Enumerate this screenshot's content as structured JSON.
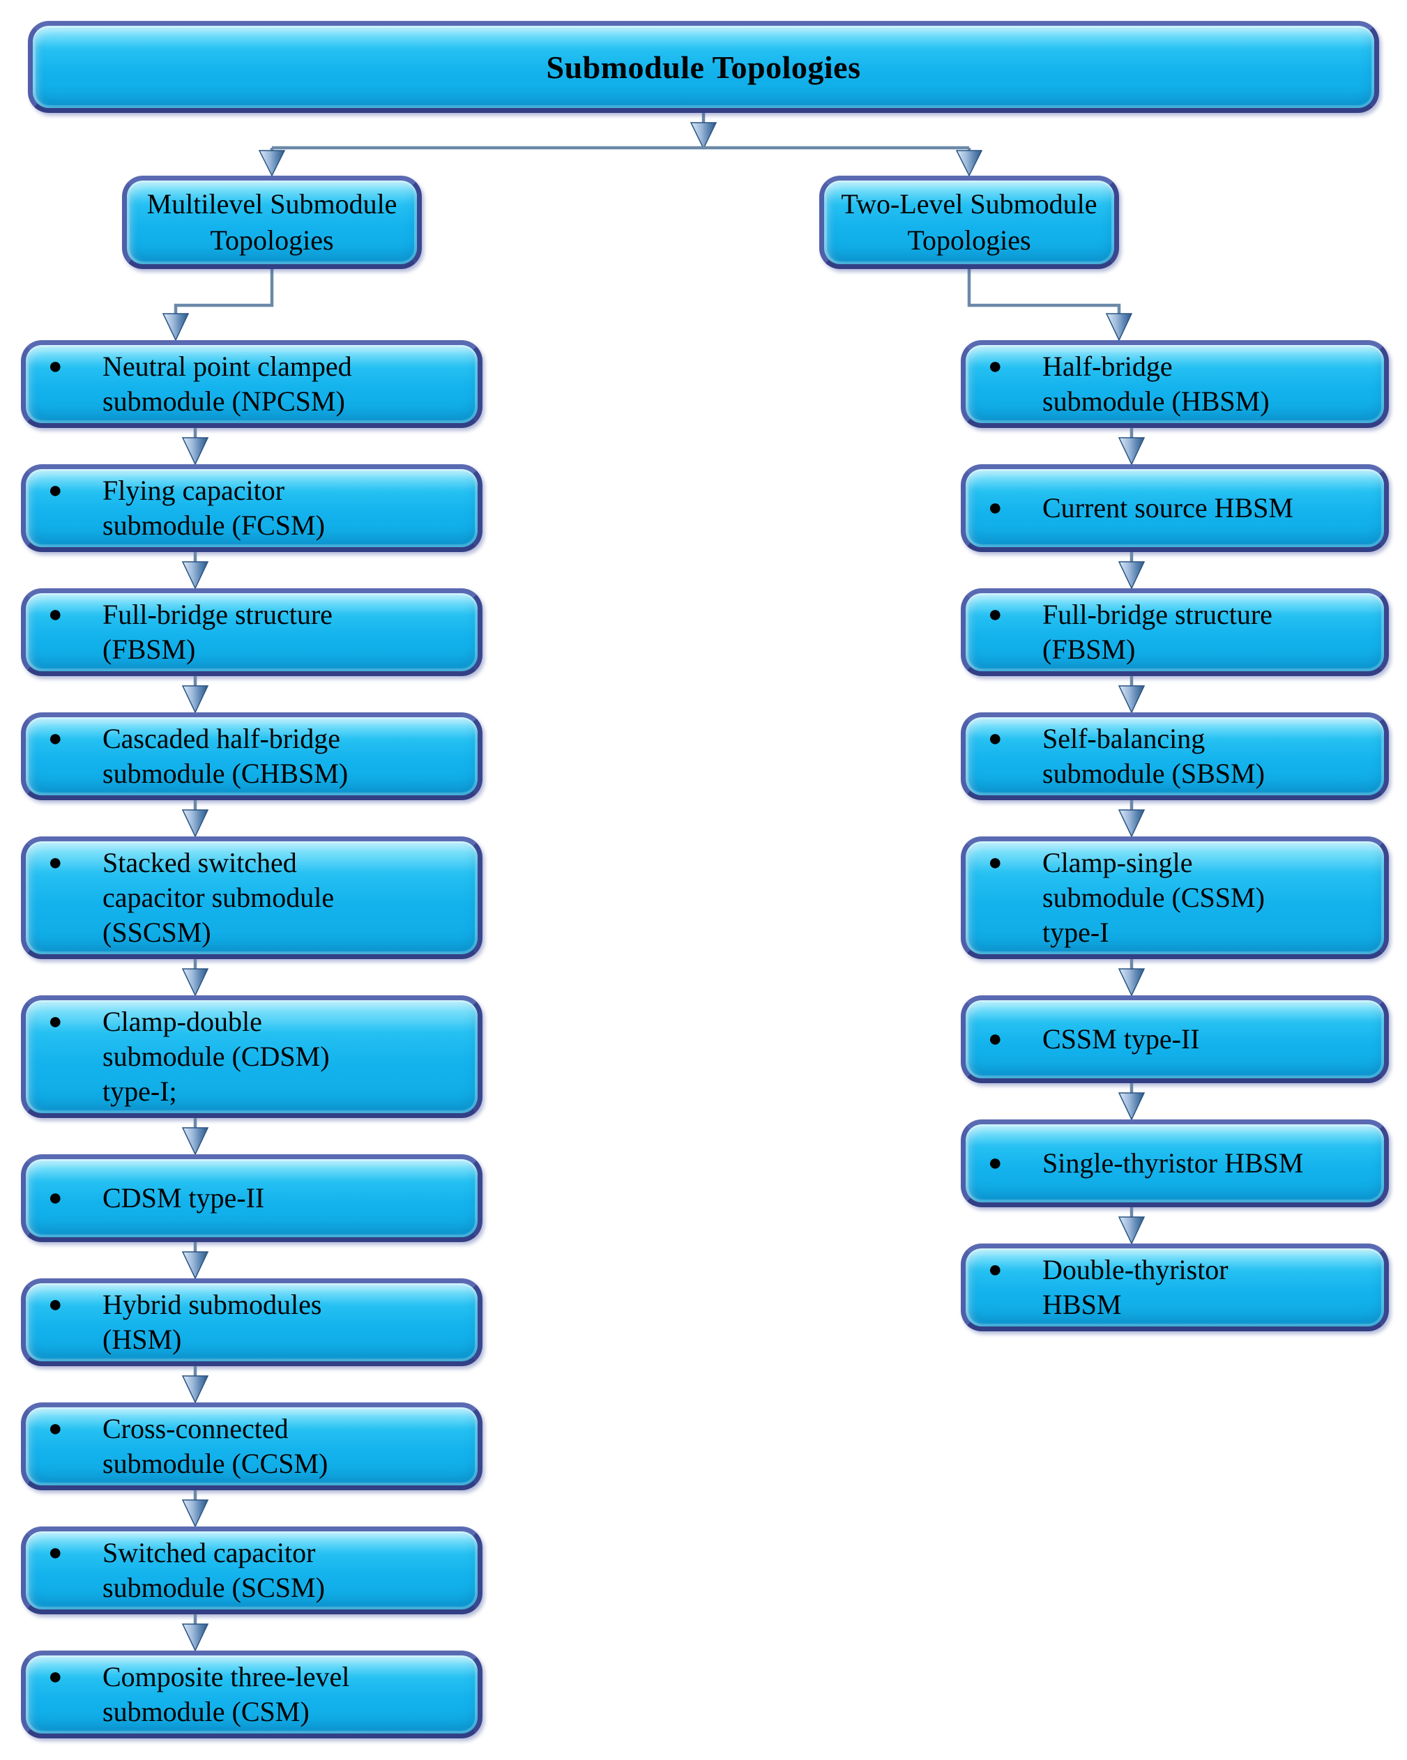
{
  "diagram": {
    "title": "Submodule Topologies",
    "bullet": "●",
    "branches": [
      {
        "id": "multilevel",
        "label": "Multilevel Submodule Topologies",
        "label_lines": [
          "Multilevel Submodule",
          "Topologies"
        ],
        "items": [
          {
            "id": "npcsm",
            "lines": [
              "Neutral point clamped",
              "submodule (NPCSM)"
            ]
          },
          {
            "id": "fcsm",
            "lines": [
              "Flying capacitor",
              "submodule (FCSM)"
            ]
          },
          {
            "id": "fbsm",
            "lines": [
              "Full-bridge structure",
              "(FBSM)"
            ]
          },
          {
            "id": "chbsm",
            "lines": [
              "Cascaded half-bridge",
              "submodule (CHBSM)"
            ]
          },
          {
            "id": "sscsm",
            "lines": [
              "Stacked switched",
              "capacitor submodule",
              "(SSCSM)"
            ]
          },
          {
            "id": "cdsm-type-i",
            "lines": [
              "Clamp-double",
              "submodule (CDSM)",
              "type-I;"
            ]
          },
          {
            "id": "cdsm-type-ii",
            "lines": [
              "CDSM type-II"
            ]
          },
          {
            "id": "hsm",
            "lines": [
              "Hybrid submodules",
              "(HSM)"
            ]
          },
          {
            "id": "ccsm",
            "lines": [
              "Cross-connected",
              "submodule (CCSM)"
            ]
          },
          {
            "id": "scsm",
            "lines": [
              "Switched capacitor",
              "submodule (SCSM)"
            ]
          },
          {
            "id": "csm",
            "lines": [
              "Composite three-level",
              "submodule (CSM)"
            ]
          }
        ]
      },
      {
        "id": "two-level",
        "label": "Two-Level Submodule Topologies",
        "label_lines": [
          "Two-Level Submodule",
          "Topologies"
        ],
        "items": [
          {
            "id": "hbsm",
            "lines": [
              "Half-bridge",
              "submodule (HBSM)"
            ]
          },
          {
            "id": "current-source-hbsm",
            "lines": [
              "Current source HBSM"
            ]
          },
          {
            "id": "fbsm-two-level",
            "lines": [
              "Full-bridge structure",
              "(FBSM)"
            ]
          },
          {
            "id": "sbsm",
            "lines": [
              "Self-balancing",
              "submodule (SBSM)"
            ]
          },
          {
            "id": "cssm-type-i",
            "lines": [
              "Clamp-single",
              "submodule (CSSM)",
              "type-I"
            ]
          },
          {
            "id": "cssm-type-ii",
            "lines": [
              "CSSM type-II"
            ]
          },
          {
            "id": "single-thyristor-hbsm",
            "lines": [
              "Single-thyristor HBSM"
            ]
          },
          {
            "id": "double-thyristor-hbsm",
            "lines": [
              "Double-thyristor",
              "HBSM"
            ]
          }
        ]
      }
    ],
    "colors": {
      "box_fill_main": "#14b3ed",
      "box_fill_highlight": "#5cd9fa",
      "box_border": "#44549f",
      "connector_line": "#6b89a8",
      "arrowhead_fill": "#7ea3cc",
      "text": "#000000"
    }
  }
}
